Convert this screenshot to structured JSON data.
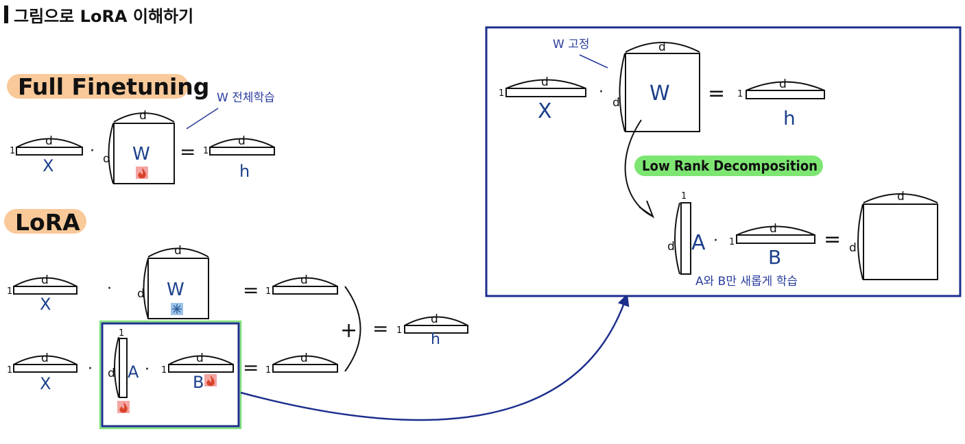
{
  "header": {
    "title": "그림으로 LoRA 이해하기"
  },
  "colors": {
    "ink": "#111111",
    "blue_text": "#1b3f8a",
    "annotation_blue": "#2a3d9c",
    "highlight_orange": "#f9c99a",
    "highlight_green": "#7de672",
    "frame_navy": "#1c2e8c",
    "box_green": "#7fe07a",
    "fire_badge": "#f3a6a3",
    "snow_badge": "#9ec3e8"
  },
  "icons": {
    "trainable": "fire-icon",
    "frozen": "snowflake-icon"
  },
  "full_finetuning": {
    "heading": "Full Finetuning",
    "note": "W 전체학습",
    "x": "X",
    "w": "W",
    "h": "h",
    "dim_d": "d",
    "dim_one": "1",
    "dot": "·",
    "eq": "="
  },
  "lora": {
    "heading": "LoRA",
    "x1": "X",
    "w": "W",
    "x2": "X",
    "a": "A",
    "b": "B",
    "h": "h",
    "dim_d": "d",
    "dim_one": "1",
    "dot": "·",
    "eq": "=",
    "plus": "+"
  },
  "detail": {
    "note_fixed": "W 고정",
    "x": "X",
    "w": "W",
    "h": "h",
    "a": "A",
    "b": "B",
    "dim_d": "d",
    "dim_one": "1",
    "dot": "·",
    "eq": "=",
    "decomposition": "Low Rank Decomposition",
    "note_train": "A와 B만 새롭게 학습"
  }
}
